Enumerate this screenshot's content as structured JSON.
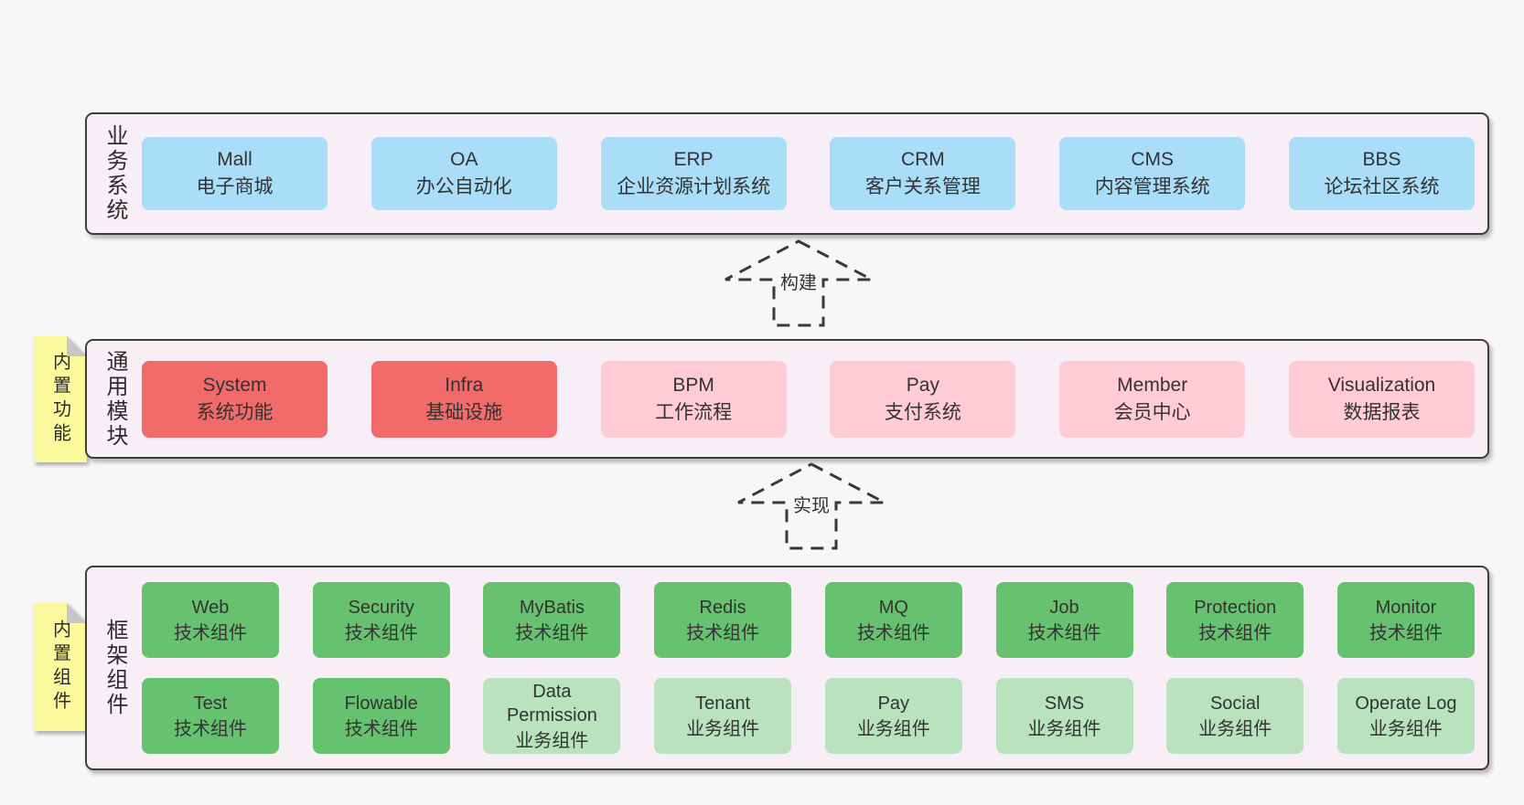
{
  "diagram": {
    "bands": [
      {
        "label": "业务系统",
        "rows": [
          [
            {
              "title": "Mall",
              "subtitle": "电子商城"
            },
            {
              "title": "OA",
              "subtitle": "办公自动化"
            },
            {
              "title": "ERP",
              "subtitle": "企业资源计划系统"
            },
            {
              "title": "CRM",
              "subtitle": "客户关系管理"
            },
            {
              "title": "CMS",
              "subtitle": "内容管理系统"
            },
            {
              "title": "BBS",
              "subtitle": "论坛社区系统"
            }
          ]
        ]
      },
      {
        "label": "通用模块",
        "sticky": "内置功能",
        "rows": [
          [
            {
              "title": "System",
              "subtitle": "系统功能"
            },
            {
              "title": "Infra",
              "subtitle": "基础设施"
            },
            {
              "title": "BPM",
              "subtitle": "工作流程"
            },
            {
              "title": "Pay",
              "subtitle": "支付系统"
            },
            {
              "title": "Member",
              "subtitle": "会员中心"
            },
            {
              "title": "Visualization",
              "subtitle": "数据报表"
            }
          ]
        ]
      },
      {
        "label": "框架组件",
        "sticky": "内置组件",
        "rows": [
          [
            {
              "title": "Web",
              "subtitle": "技术组件"
            },
            {
              "title": "Security",
              "subtitle": "技术组件"
            },
            {
              "title": "MyBatis",
              "subtitle": "技术组件"
            },
            {
              "title": "Redis",
              "subtitle": "技术组件"
            },
            {
              "title": "MQ",
              "subtitle": "技术组件"
            },
            {
              "title": "Job",
              "subtitle": "技术组件"
            },
            {
              "title": "Protection",
              "subtitle": "技术组件"
            },
            {
              "title": "Monitor",
              "subtitle": "技术组件"
            }
          ],
          [
            {
              "title": "Test",
              "subtitle": "技术组件"
            },
            {
              "title": "Flowable",
              "subtitle": "技术组件"
            },
            {
              "title": "Data Permission",
              "subtitle": "业务组件"
            },
            {
              "title": "Tenant",
              "subtitle": "业务组件"
            },
            {
              "title": "Pay",
              "subtitle": "业务组件"
            },
            {
              "title": "SMS",
              "subtitle": "业务组件"
            },
            {
              "title": "Social",
              "subtitle": "业务组件"
            },
            {
              "title": "Operate Log",
              "subtitle": "业务组件"
            }
          ]
        ]
      }
    ],
    "arrows": [
      {
        "label": "构建"
      },
      {
        "label": "实现"
      }
    ],
    "colors": {
      "background": "#f7f7f7",
      "band_fill": "#f8eef5",
      "band_border": "#3d3d3d",
      "box_blue": "#a9ddf8",
      "box_red": "#f26b6b",
      "box_pink": "#ffccd6",
      "box_green": "#67c270",
      "box_green_light": "#b9e3bf",
      "sticky_yellow": "#fbf99c",
      "sticky_fold_gray": "#c6c6ca"
    }
  }
}
